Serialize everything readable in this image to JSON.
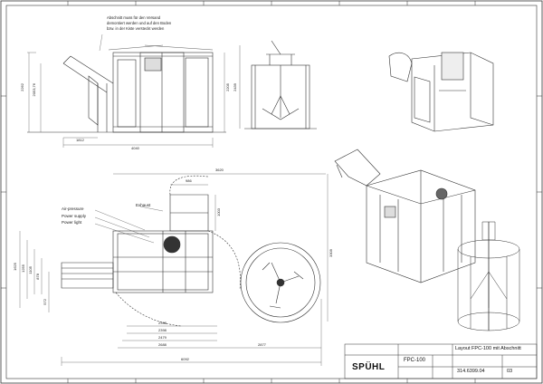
{
  "note_lines": [
    "Abschnitt muss für den Versand",
    "demontiert werden und auf den Boden",
    "bzw. in der Kiste versteckt werden"
  ],
  "callouts": {
    "exhaust": "Exhaust",
    "air_pressure": "Air-pressure",
    "power_supply": "Power supply",
    "power_light": "Power light"
  },
  "dimensions": {
    "front_width": "4040",
    "front_bottom_left": "1812",
    "front_h1": "2262",
    "front_h2": "2053,76",
    "front_h3": "2205",
    "side_h": "2439",
    "top_w1": "3620",
    "top_w2": "986",
    "top_w3": "1003",
    "left_h1": "1625",
    "left_h2": "1255",
    "left_h3": "1105",
    "left_h4": "878",
    "left_h5": "572",
    "right_h": "3309",
    "bottom_1": "2398",
    "bottom_2": "2398",
    "bottom_3": "2479",
    "bottom_4": "2688",
    "bottom_5": "2877",
    "overall": "6092"
  },
  "title_block": {
    "logo": "SPÜHL",
    "product": "FPC-100",
    "drawing_title": "Layout FPC-100 mit Abschnitt",
    "drawing_no": "314.6399.04",
    "revision": "03"
  }
}
